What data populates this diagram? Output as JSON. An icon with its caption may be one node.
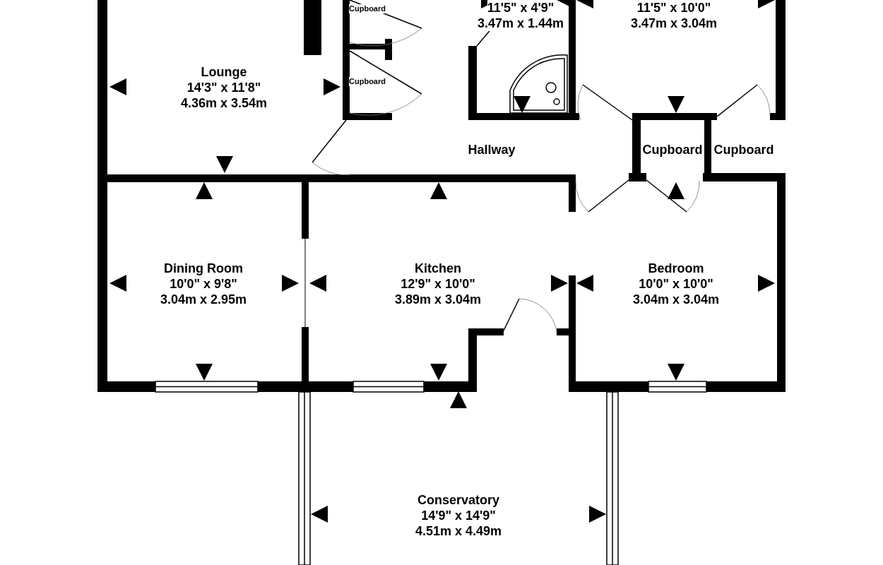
{
  "diagram": {
    "nodes": [
      {
        "text": [
          "Lounge",
          "14'3\"  x 11'8\"",
          "4.36m  x 3.54m"
        ]
      },
      {
        "text": [
          "Cupboard"
        ]
      },
      {
        "text": [
          "Cupboard"
        ]
      },
      {
        "text": [
          "11'5\"  x 4'9\"",
          "3.47m  x 1.44m"
        ]
      },
      {
        "text": [
          "11'5\"  x 10'0\"",
          "3.47m  x 3.04m"
        ]
      },
      {
        "text": [
          "Hallway"
        ]
      },
      {
        "text": [
          "Cupboard"
        ]
      },
      {
        "text": [
          "Cupboard"
        ]
      },
      {
        "text": [
          "Dining Room",
          "10'0\"  x 9'8\"",
          "3.04m  x 2.95m"
        ]
      },
      {
        "text": [
          "Kitchen",
          "12'9\"  x 10'0\"",
          "3.89m  x 3.04m"
        ]
      },
      {
        "text": [
          "Bedroom",
          "10'0\"  x 10'0\"",
          "3.04m  x 3.04m"
        ]
      },
      {
        "text": [
          "Conservatory",
          "14'9\"  x 14'9\"",
          "4.51m  x 4.49m"
        ]
      }
    ]
  }
}
